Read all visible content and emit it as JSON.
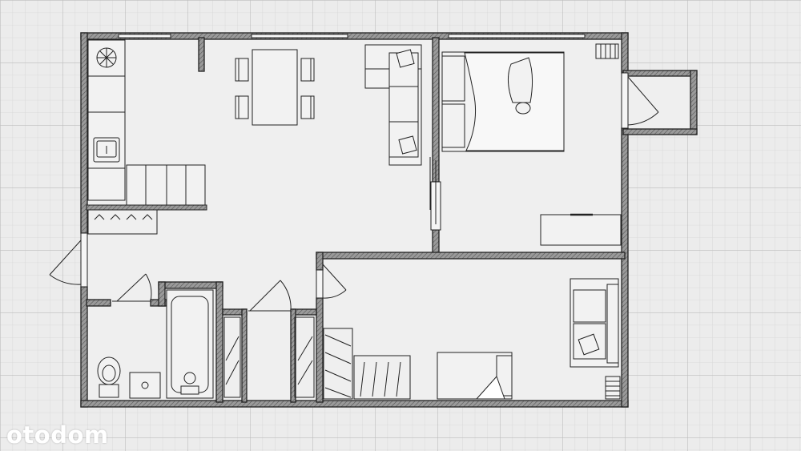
{
  "brand": {
    "watermark": "otodom"
  },
  "colors": {
    "paper": "#ececec",
    "grid_minor": "#d6d6d6",
    "grid_major": "#b9b9b9",
    "wall_fill": "#8c8c8c",
    "line": "#222222",
    "furniture_fill": "#f2f2f2"
  },
  "rooms": [
    "kitchen-living-room",
    "bedroom",
    "second-bedroom",
    "bathroom",
    "hallway",
    "wardrobe",
    "balcony"
  ]
}
